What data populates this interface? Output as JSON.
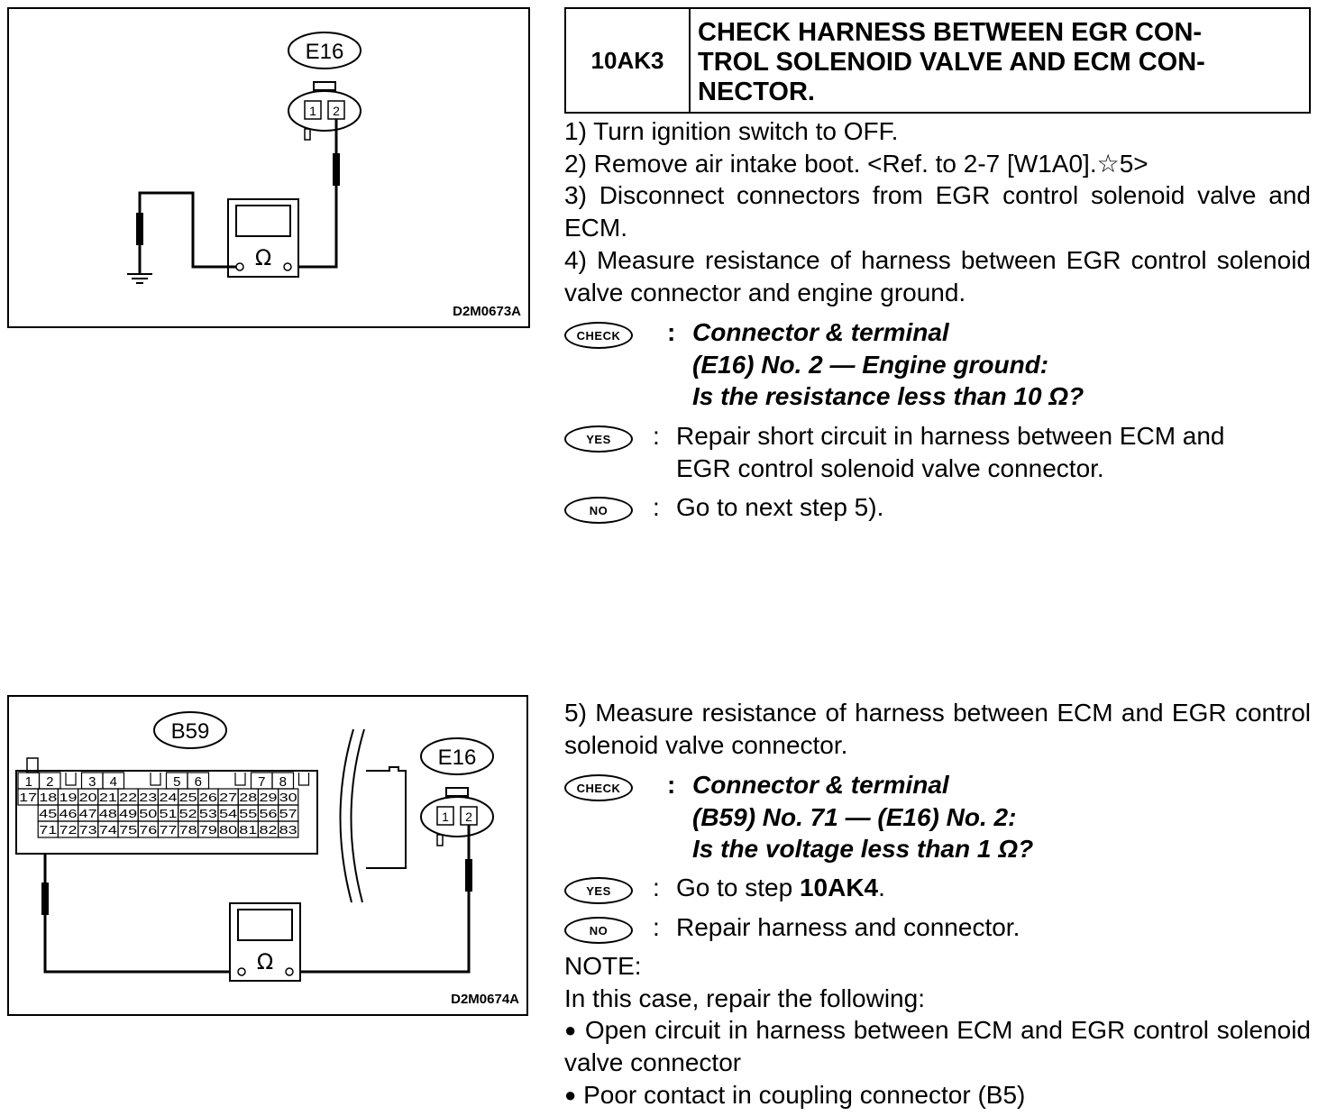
{
  "diagram1": {
    "connector_label": "E16",
    "pin_1": "1",
    "pin_2": "2",
    "meter_symbol": "Ω",
    "figure_id": "D2M0673A"
  },
  "diagram2": {
    "ecm_connector_label": "B59",
    "sensor_connector_label": "E16",
    "pin_1": "1",
    "pin_2": "2",
    "meter_symbol": "Ω",
    "figure_id": "D2M0674A",
    "ecm_top_pins": [
      "1",
      "2",
      "3",
      "4",
      "5",
      "6",
      "7",
      "8"
    ],
    "ecm_rows": [
      [
        "17",
        "18",
        "19",
        "20",
        "21",
        "22",
        "23",
        "24",
        "25",
        "26",
        "27",
        "28",
        "29",
        "30"
      ],
      [
        "45",
        "46",
        "47",
        "48",
        "49",
        "50",
        "51",
        "52",
        "53",
        "54",
        "55",
        "56",
        "57"
      ],
      [
        "71",
        "72",
        "73",
        "74",
        "75",
        "76",
        "77",
        "78",
        "79",
        "80",
        "81",
        "82",
        "83"
      ]
    ]
  },
  "step": {
    "id": "10AK3",
    "title": "CHECK HARNESS BETWEEN EGR CON-\nTROL SOLENOID VALVE AND ECM CON-\nNECTOR."
  },
  "section1": {
    "step1": "1)  Turn ignition switch to OFF.",
    "step2": "2)  Remove air intake boot. <Ref. to 2-7 [W1A0].☆5>",
    "step3": "3)  Disconnect connectors from EGR control solenoid valve and ECM.",
    "step4": "4)  Measure resistance of harness between EGR control solenoid valve connector and engine ground.",
    "check_badge": "CHECK",
    "check_line1": "Connector & terminal",
    "check_line2": "(E16) No. 2 — Engine ground:",
    "check_line3": "Is the resistance less than 10 Ω?",
    "yes_badge": "YES",
    "yes_text": "Repair short circuit in harness between ECM and\nEGR control solenoid valve connector.",
    "no_badge": "NO",
    "no_text": "Go to next step 5)."
  },
  "section2": {
    "step5": "5)  Measure resistance of harness between ECM and EGR control solenoid valve connector.",
    "check_badge": "CHECK",
    "check_line1": "Connector & terminal",
    "check_line2": "(B59) No. 71 — (E16) No. 2:",
    "check_line3": "Is the voltage less than 1 Ω?",
    "yes_badge": "YES",
    "yes_prefix": "Go to step ",
    "yes_step": "10AK4",
    "yes_suffix": ".",
    "no_badge": "NO",
    "no_text": "Repair harness and connector.",
    "note_label": "NOTE:",
    "note_intro": "In this case, repair the following:",
    "note_item1": "Open circuit in harness between ECM and EGR control solenoid valve connector",
    "note_item2": "Poor contact in coupling connector (B5)"
  }
}
